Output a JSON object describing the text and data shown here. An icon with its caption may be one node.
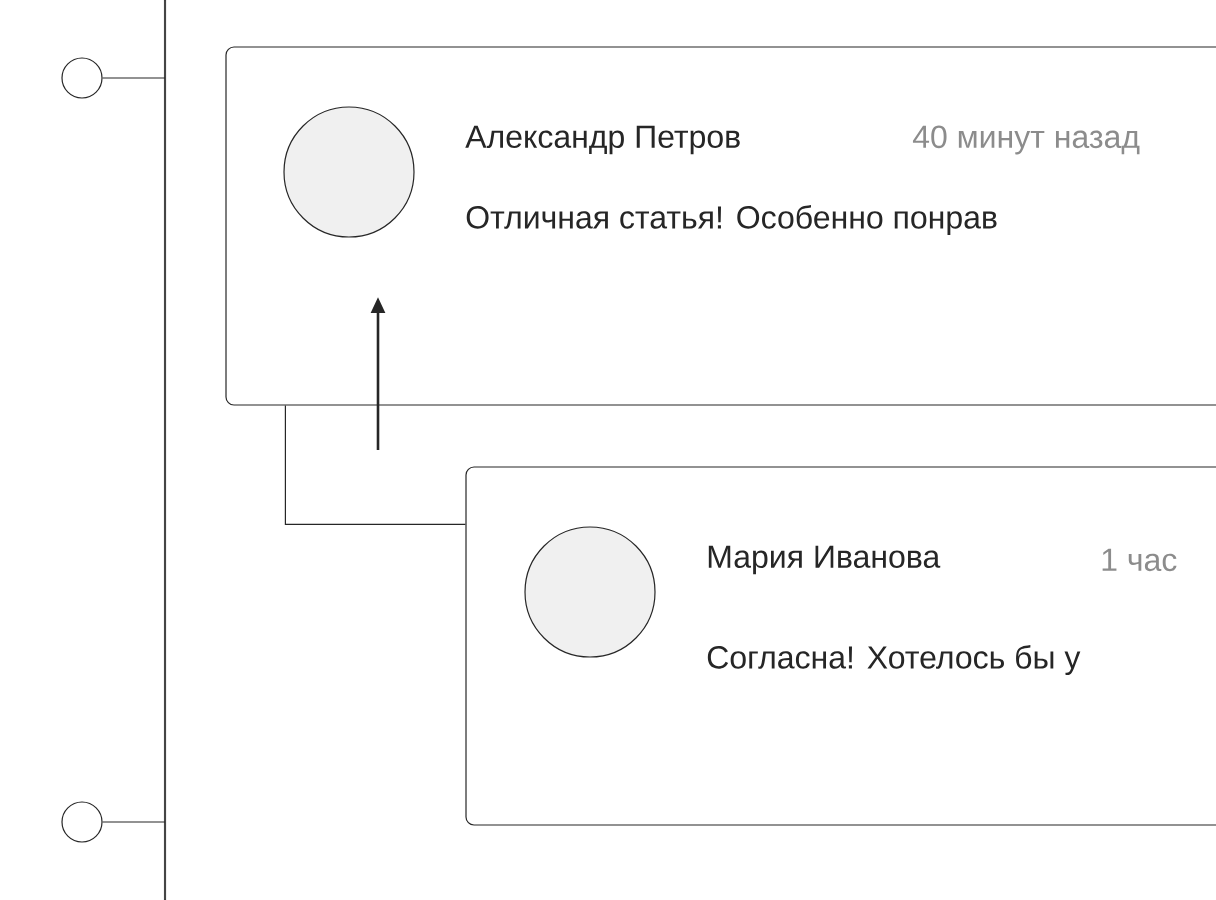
{
  "diagram": {
    "nodes": [
      {
        "text": [],
        "shape": "circle"
      },
      {
        "text": [],
        "shape": "bar"
      },
      {
        "text": [
          "Александр Петров",
          "40 минут назад",
          "Отличная статья! Особенно понрав"
        ]
      },
      {
        "text": [],
        "shape": "circle",
        "in": 2
      },
      {
        "text": [
          "Мария Иванова",
          "1 час",
          "Согласна! Хотелось бы у"
        ]
      },
      {
        "text": [],
        "shape": "circle",
        "in": 4
      },
      {
        "text": [],
        "shape": "circle"
      }
    ],
    "edges": [
      {
        "from": 0,
        "to": 1,
        "arrow": "none"
      },
      {
        "from": 6,
        "to": 1,
        "arrow": "none"
      },
      {
        "from": 2,
        "to": 4,
        "arrow": "none"
      }
    ]
  }
}
